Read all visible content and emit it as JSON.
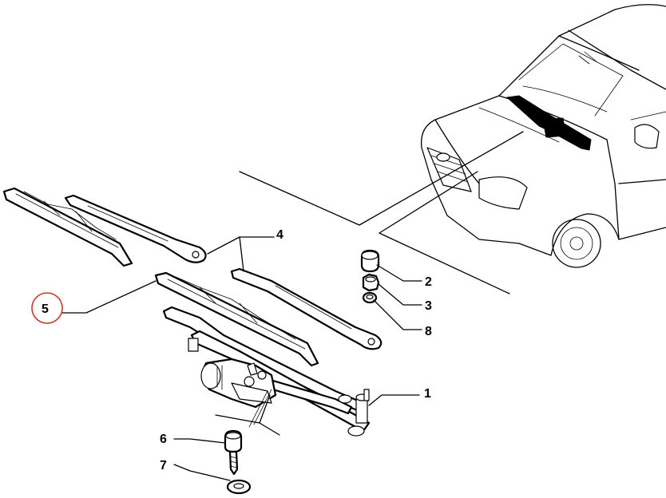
{
  "callouts": [
    {
      "id": "1",
      "label": "1",
      "highlighted": false
    },
    {
      "id": "2",
      "label": "2",
      "highlighted": false
    },
    {
      "id": "3",
      "label": "3",
      "highlighted": false
    },
    {
      "id": "4",
      "label": "4",
      "highlighted": false
    },
    {
      "id": "5",
      "label": "5",
      "highlighted": true
    },
    {
      "id": "6",
      "label": "6",
      "highlighted": false
    },
    {
      "id": "7",
      "label": "7",
      "highlighted": false
    },
    {
      "id": "8",
      "label": "8",
      "highlighted": false
    }
  ],
  "colors": {
    "line": "#000000",
    "background": "#ffffff",
    "highlight_circle": "#c0392b"
  }
}
